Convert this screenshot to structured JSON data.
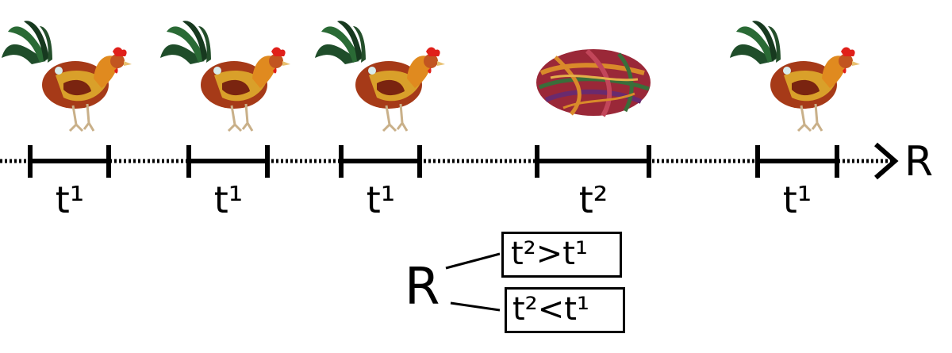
{
  "timeline": {
    "axis_label": "R",
    "segments": [
      {
        "label": "t¹",
        "depicts": "rooster"
      },
      {
        "label": "t¹",
        "depicts": "rooster"
      },
      {
        "label": "t¹",
        "depicts": "rooster"
      },
      {
        "label": "t²",
        "depicts": "yarn-ball"
      },
      {
        "label": "t¹",
        "depicts": "rooster"
      }
    ]
  },
  "relation": {
    "symbol": "R",
    "options": [
      "t²>t¹",
      "t²<t¹"
    ]
  },
  "colors": {
    "line": "#000000",
    "rooster_tail": "#1f4d2a",
    "rooster_body": "#c8761c",
    "rooster_comb": "#e0201a",
    "yarn": [
      "#b0283a",
      "#d98a2a",
      "#3a6e3a",
      "#6a2a6e",
      "#c2465a"
    ]
  }
}
